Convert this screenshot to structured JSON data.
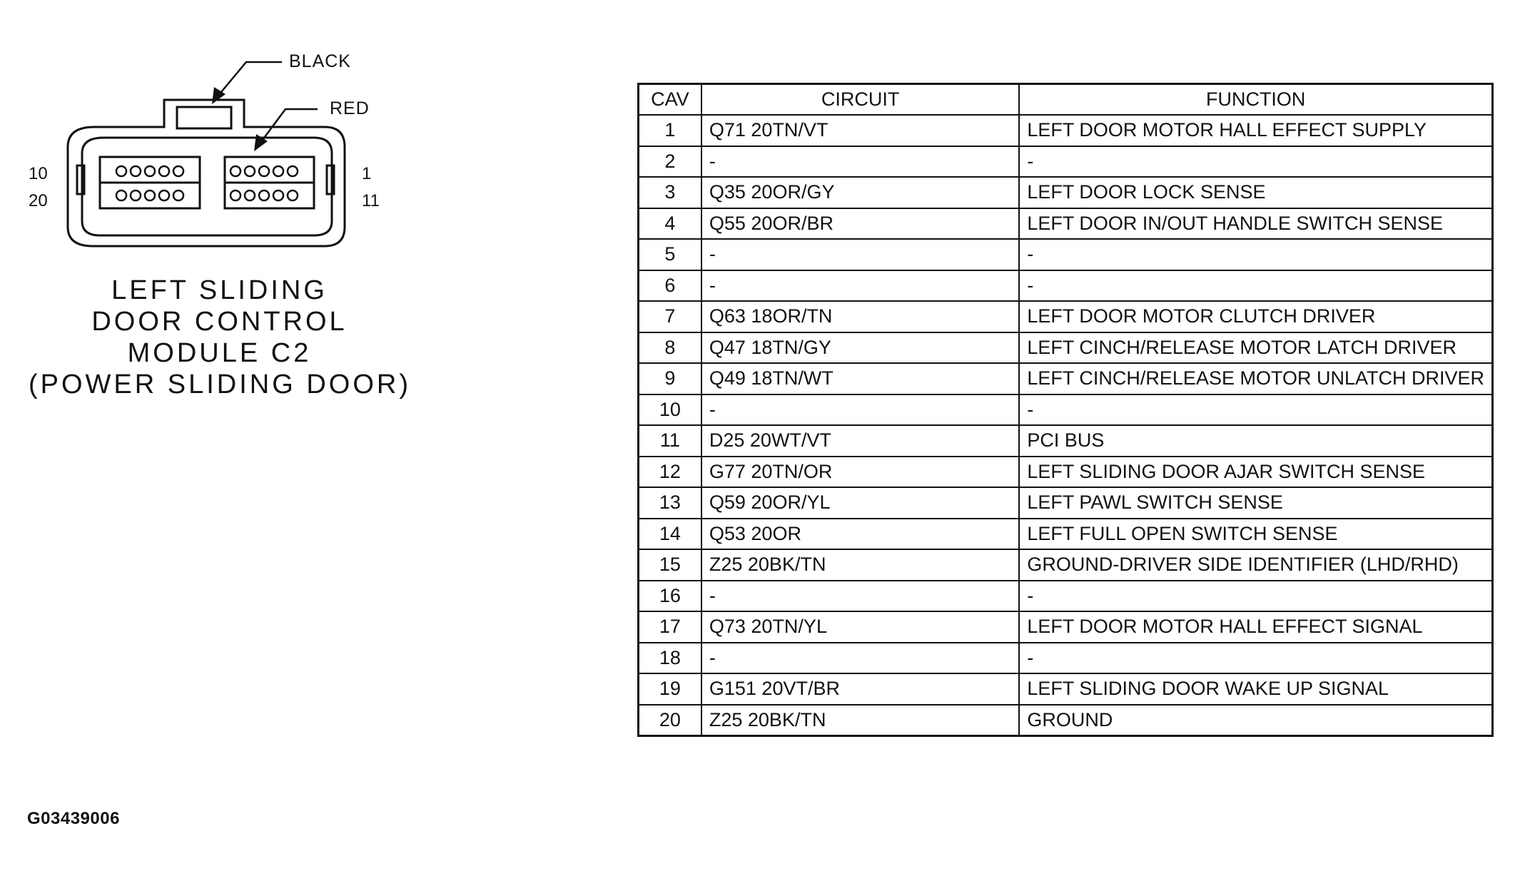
{
  "connector": {
    "callout_black": "BLACK",
    "callout_red": "RED",
    "pin_labels": {
      "top_left": "10",
      "bottom_left": "20",
      "top_right": "1",
      "bottom_right": "11"
    },
    "caption": [
      "LEFT SLIDING",
      "DOOR CONTROL",
      "MODULE C2",
      "(POWER SLIDING DOOR)"
    ]
  },
  "figure_id": "G03439006",
  "table": {
    "headers": {
      "cav": "CAV",
      "circuit": "CIRCUIT",
      "function": "FUNCTION"
    },
    "rows": [
      {
        "cav": "1",
        "circuit": "Q71 20TN/VT",
        "function": "LEFT DOOR MOTOR HALL EFFECT SUPPLY"
      },
      {
        "cav": "2",
        "circuit": "-",
        "function": "-"
      },
      {
        "cav": "3",
        "circuit": "Q35 20OR/GY",
        "function": "LEFT DOOR LOCK SENSE"
      },
      {
        "cav": "4",
        "circuit": "Q55 20OR/BR",
        "function": "LEFT DOOR IN/OUT HANDLE SWITCH SENSE"
      },
      {
        "cav": "5",
        "circuit": "-",
        "function": "-"
      },
      {
        "cav": "6",
        "circuit": "-",
        "function": "-"
      },
      {
        "cav": "7",
        "circuit": "Q63 18OR/TN",
        "function": "LEFT DOOR MOTOR CLUTCH DRIVER"
      },
      {
        "cav": "8",
        "circuit": "Q47 18TN/GY",
        "function": "LEFT CINCH/RELEASE MOTOR LATCH DRIVER"
      },
      {
        "cav": "9",
        "circuit": "Q49 18TN/WT",
        "function": "LEFT CINCH/RELEASE MOTOR UNLATCH DRIVER"
      },
      {
        "cav": "10",
        "circuit": "-",
        "function": "-"
      },
      {
        "cav": "11",
        "circuit": "D25 20WT/VT",
        "function": "PCI BUS"
      },
      {
        "cav": "12",
        "circuit": "G77 20TN/OR",
        "function": "LEFT SLIDING DOOR AJAR SWITCH SENSE"
      },
      {
        "cav": "13",
        "circuit": "Q59 20OR/YL",
        "function": "LEFT PAWL SWITCH SENSE"
      },
      {
        "cav": "14",
        "circuit": "Q53 20OR",
        "function": "LEFT FULL OPEN SWITCH SENSE"
      },
      {
        "cav": "15",
        "circuit": "Z25 20BK/TN",
        "function": "GROUND-DRIVER SIDE IDENTIFIER (LHD/RHD)"
      },
      {
        "cav": "16",
        "circuit": "-",
        "function": "-"
      },
      {
        "cav": "17",
        "circuit": "Q73 20TN/YL",
        "function": "LEFT DOOR MOTOR HALL EFFECT SIGNAL"
      },
      {
        "cav": "18",
        "circuit": "-",
        "function": "-"
      },
      {
        "cav": "19",
        "circuit": "G151 20VT/BR",
        "function": "LEFT SLIDING DOOR WAKE UP SIGNAL"
      },
      {
        "cav": "20",
        "circuit": "Z25 20BK/TN",
        "function": "GROUND"
      }
    ]
  }
}
